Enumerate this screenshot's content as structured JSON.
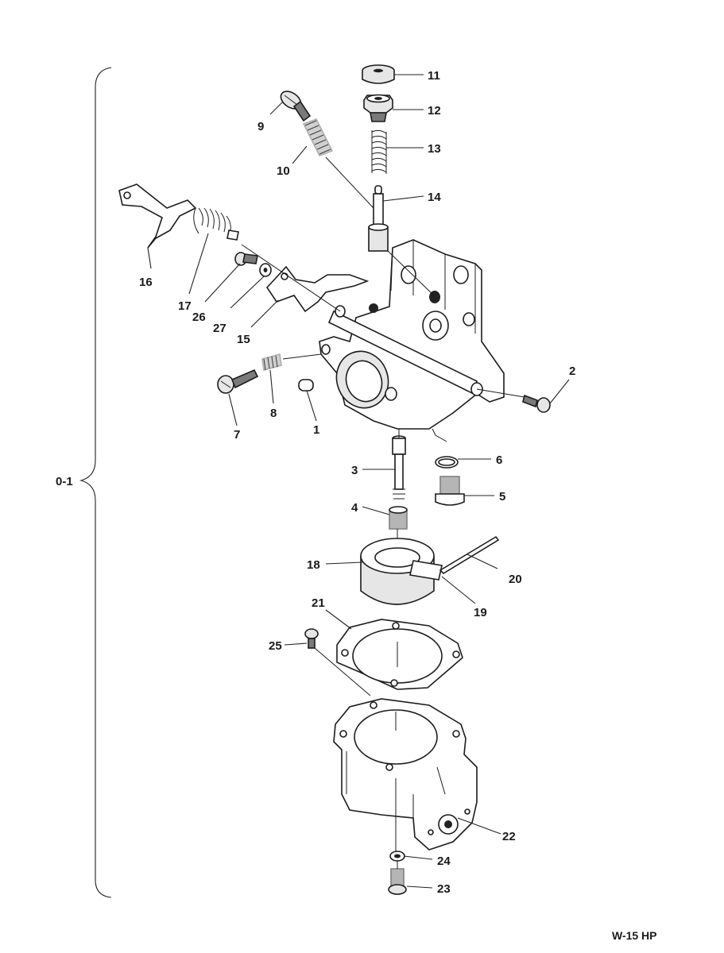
{
  "group_label": "0-1",
  "model_label": "W-15 HP",
  "callouts": [
    {
      "id": "11",
      "text": "11"
    },
    {
      "id": "12",
      "text": "12"
    },
    {
      "id": "9",
      "text": "9"
    },
    {
      "id": "13",
      "text": "13"
    },
    {
      "id": "10",
      "text": "10"
    },
    {
      "id": "14",
      "text": "14"
    },
    {
      "id": "16",
      "text": "16"
    },
    {
      "id": "17",
      "text": "17"
    },
    {
      "id": "26",
      "text": "26"
    },
    {
      "id": "27",
      "text": "27"
    },
    {
      "id": "15",
      "text": "15"
    },
    {
      "id": "2",
      "text": "2"
    },
    {
      "id": "7",
      "text": "7"
    },
    {
      "id": "8",
      "text": "8"
    },
    {
      "id": "1",
      "text": "1"
    },
    {
      "id": "6",
      "text": "6"
    },
    {
      "id": "3",
      "text": "3"
    },
    {
      "id": "5",
      "text": "5"
    },
    {
      "id": "4",
      "text": "4"
    },
    {
      "id": "18",
      "text": "18"
    },
    {
      "id": "20",
      "text": "20"
    },
    {
      "id": "19",
      "text": "19"
    },
    {
      "id": "21",
      "text": "21"
    },
    {
      "id": "25",
      "text": "25"
    },
    {
      "id": "22",
      "text": "22"
    },
    {
      "id": "24",
      "text": "24"
    },
    {
      "id": "23",
      "text": "23"
    }
  ]
}
